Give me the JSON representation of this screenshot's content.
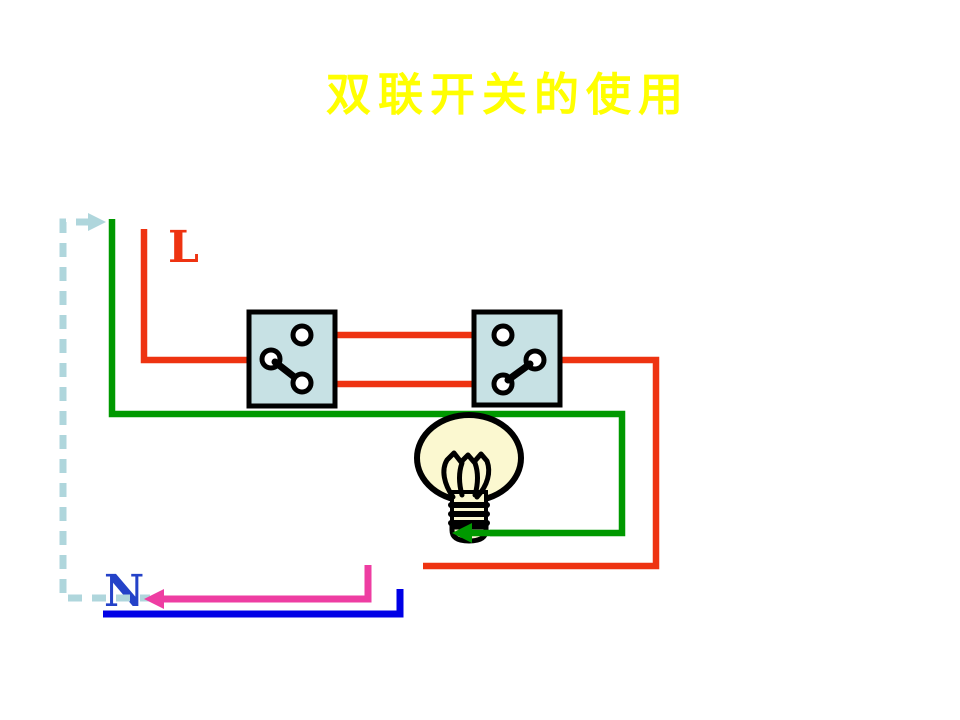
{
  "title": "双联开关的使用",
  "labels": {
    "live": "L",
    "neutral": "N"
  },
  "colors": {
    "background": "#FFFFFF",
    "title": "#FFFF00",
    "live": "#EE3311",
    "switched": "#009900",
    "neutral_line": "#0000E6",
    "neutral_label": "#2442C8",
    "lamp_return": "#EE3DA2",
    "annotation": "#AFD6DC",
    "switch_fill": "#C7E1E4",
    "bulb_fill": "#FBF8D0",
    "outline": "#000000"
  }
}
